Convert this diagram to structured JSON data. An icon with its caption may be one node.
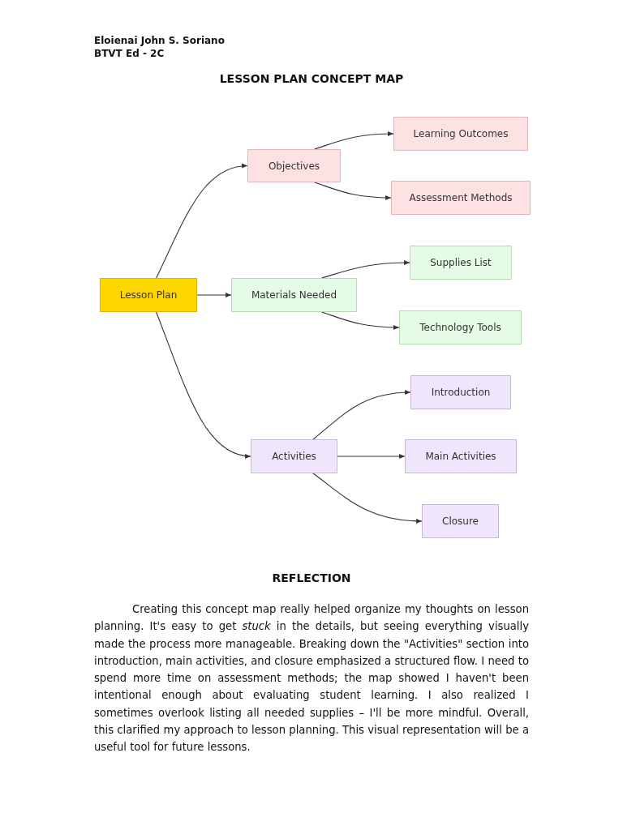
{
  "diagram": {
    "title": "LESSON PLAN CONCEPT MAP",
    "nodes": [
      {
        "text": [
          "Lesson Plan"
        ]
      },
      {
        "text": [
          "Objectives"
        ]
      },
      {
        "text": [
          "Learning Outcomes"
        ]
      },
      {
        "text": [
          "Assessment Methods"
        ]
      },
      {
        "text": [
          "Materials Needed"
        ]
      },
      {
        "text": [
          "Supplies List"
        ]
      },
      {
        "text": [
          "Technology Tools"
        ]
      },
      {
        "text": [
          "Activities"
        ]
      },
      {
        "text": [
          "Introduction"
        ]
      },
      {
        "text": [
          "Main Activities"
        ]
      },
      {
        "text": [
          "Closure"
        ]
      }
    ],
    "edges": [
      {
        "from": 0,
        "to": 1,
        "arrow": "to"
      },
      {
        "from": 0,
        "to": 4,
        "arrow": "to"
      },
      {
        "from": 0,
        "to": 7,
        "arrow": "to"
      },
      {
        "from": 1,
        "to": 2,
        "arrow": "to"
      },
      {
        "from": 1,
        "to": 3,
        "arrow": "to"
      },
      {
        "from": 4,
        "to": 5,
        "arrow": "to"
      },
      {
        "from": 4,
        "to": 6,
        "arrow": "to"
      },
      {
        "from": 7,
        "to": 8,
        "arrow": "to"
      },
      {
        "from": 7,
        "to": 9,
        "arrow": "to"
      },
      {
        "from": 7,
        "to": 10,
        "arrow": "to"
      }
    ],
    "labels": [
      "Eloienai John S. Soriano",
      "BTVT Ed - 2C",
      "REFLECTION",
      "Creating this concept map really helped organize my thoughts on lesson planning. It's easy to get *stuck* in the details, but seeing everything visually made the process more manageable. Breaking down the \"Activities\" section into introduction, main activities, and closure emphasized a structured flow. I need to spend more time on assessment methods; the map showed I haven't been intentional enough about evaluating student learning. I also realized I sometimes overlook listing all needed supplies – I'll be more mindful. Overall, this clarified my approach to lesson planning. This visual representation will be a useful tool for future lessons."
    ]
  }
}
